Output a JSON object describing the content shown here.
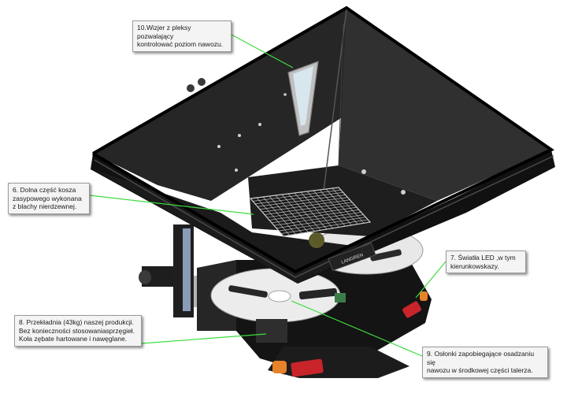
{
  "callouts": {
    "c10": "10.Wizjer z pleksy pozwalający\nkontrolować poziom nawozu.",
    "c6": "6. Dolna część kosza\nzasypowego wykonana\nz blachy nierdzewnej.",
    "c7": "7. Światła LED ,w tym\nkierunkowskazy.",
    "c8": "8. Przekładnia (43kg) naszej produkcji.\nBez konieczności stosowaniasprzęgieł.\nKoła zębate  hartowane i nawęglane.",
    "c9": "9. Osłonki zapobiegające osadzaniu się\nnawozu w środkowej części talerza."
  },
  "brand_label": "LANGREN",
  "colors": {
    "hopper": "#2a2a2a",
    "hopper_dark": "#161616",
    "leader": "#3ddc3d",
    "grid": "#cfcfcf",
    "disc": "#e6e6e6",
    "lamp_red": "#c8242a",
    "lamp_orange": "#e8822a",
    "window": "#d8e6ee"
  }
}
